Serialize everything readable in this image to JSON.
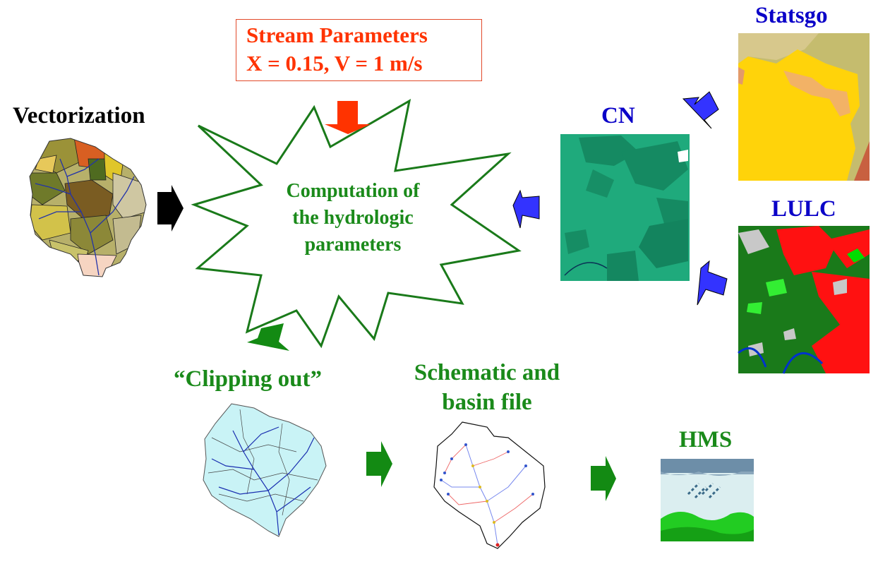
{
  "labels": {
    "vectorization": "Vectorization",
    "stream_params_title": "Stream Parameters",
    "stream_params_values": "X = 0.15, V = 1 m/s",
    "computation_line1": "Computation of",
    "computation_line2": "the hydrologic",
    "computation_line3": "parameters",
    "cn": "CN",
    "statsgo": "Statsgo",
    "lulc": "LULC",
    "clipping_out": "“Clipping out”",
    "schematic_line1": "Schematic and",
    "schematic_line2": "basin file",
    "hms": "HMS"
  },
  "colors": {
    "blue_label": "#0a00c8",
    "green_label": "#1a8a1a",
    "red_label": "#ff3300",
    "arrow_blue": "#3333ff",
    "arrow_green": "#138a13",
    "arrow_red": "#ff3300",
    "arrow_black": "#000000"
  }
}
